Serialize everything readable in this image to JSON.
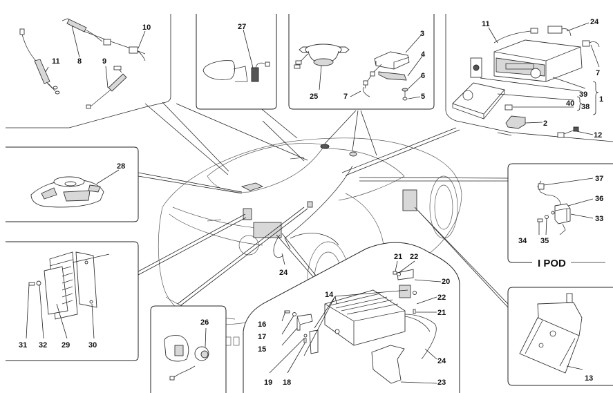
{
  "title": "Audio system components exploded view",
  "diagram_colors": {
    "line": "#222222",
    "shade": "#d8d8d8",
    "background": "#ffffff"
  },
  "panels": {
    "antenna_cables": {
      "labels": [
        "8",
        "9",
        "10",
        "11"
      ]
    },
    "mirror": {
      "labels": [
        "27"
      ]
    },
    "roof": {
      "labels": [
        "3",
        "4",
        "5",
        "6",
        "7",
        "25"
      ]
    },
    "head_unit": {
      "labels": [
        "11",
        "24",
        "7",
        "39",
        "40",
        "38",
        "1",
        "2",
        "12"
      ]
    },
    "subwoofer": {
      "labels": [
        "28"
      ]
    },
    "amplifier": {
      "labels": [
        "31",
        "32",
        "29",
        "30"
      ]
    },
    "door_speaker": {
      "labels": [
        "26"
      ]
    },
    "cd_changer": {
      "labels": [
        "14",
        "16",
        "17",
        "15",
        "19",
        "18",
        "21",
        "22",
        "20",
        "22",
        "21",
        "24",
        "23"
      ]
    },
    "ipod": {
      "labels": [
        "37",
        "36",
        "33",
        "34",
        "35"
      ],
      "title": "I POD"
    },
    "bracket": {
      "labels": [
        "13"
      ]
    },
    "car_body": {
      "labels": [
        "24"
      ]
    }
  }
}
